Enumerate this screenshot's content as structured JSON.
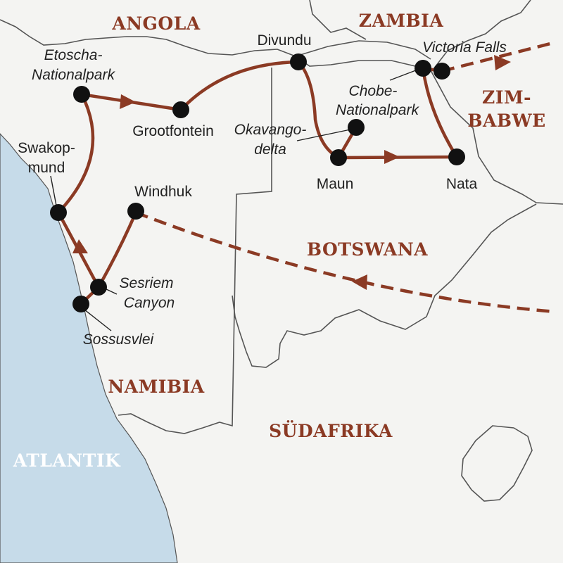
{
  "colors": {
    "land": "#f4f4f2",
    "ocean": "#c6dbe9",
    "border": "#555555",
    "route": "#8b3a24",
    "stop": "#111111",
    "label_country": "#8b3a24"
  },
  "countries": {
    "angola": "ANGOLA",
    "zambia": "ZAMBIA",
    "zimbabwe_line1": "ZIM-",
    "zimbabwe_line2": "BABWE",
    "botswana": "BOTSWANA",
    "namibia": "NAMIBIA",
    "suedafrika": "SÜDAFRIKA"
  },
  "ocean": {
    "atlantik": "ATLANTIK"
  },
  "places": {
    "etoscha_line1": "Etoscha-",
    "etoscha_line2": "Nationalpark",
    "grootfontein": "Grootfontein",
    "divundu": "Divundu",
    "victoria_falls": "Victoria Falls",
    "chobe_line1": "Chobe-",
    "chobe_line2": "Nationalpark",
    "okavango_line1": "Okavango-",
    "okavango_line2": "delta",
    "maun": "Maun",
    "nata": "Nata",
    "swakopmund_line1": "Swakop-",
    "swakopmund_line2": "mund",
    "windhuk": "Windhuk",
    "sesriem_line1": "Sesriem",
    "sesriem_line2": "Canyon",
    "sossusvlei": "Sossusvlei"
  },
  "route_stops": [
    "Windhuk",
    "Sesriem Canyon",
    "Sossusvlei",
    "Swakopmund",
    "Etoscha-Nationalpark",
    "Grootfontein",
    "Divundu",
    "Okavangodelta",
    "Maun",
    "Nata",
    "Chobe-Nationalpark",
    "Victoria Falls"
  ],
  "icons": {
    "stop_marker": "filled-circle",
    "direction": "arrowhead"
  }
}
